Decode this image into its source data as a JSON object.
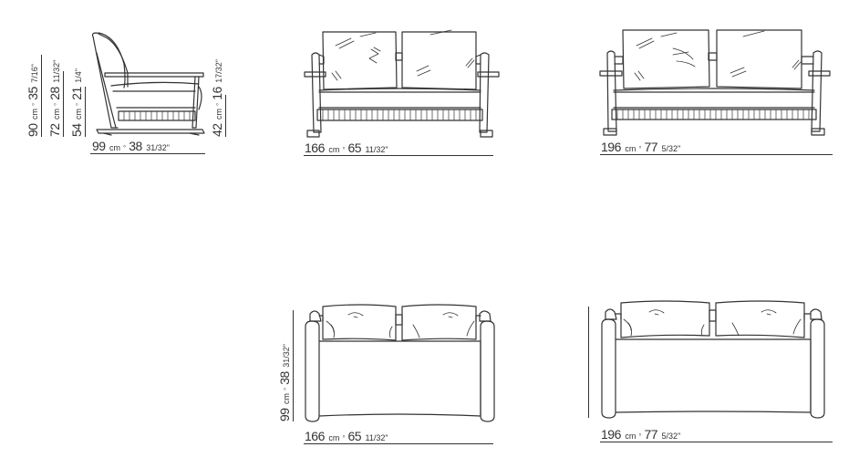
{
  "views": [
    {
      "id": "side-view",
      "dims": {
        "width": {
          "cm": "99",
          "cm_unit": "cm",
          "in": "38",
          "in_frac": "31/32\""
        },
        "height_total": {
          "cm": "90",
          "cm_unit": "cm",
          "in": "35",
          "in_frac": "7/16\""
        },
        "height_arm": {
          "cm": "72",
          "cm_unit": "cm",
          "in": "28",
          "in_frac": "11/32\""
        },
        "height_mid": {
          "cm": "54",
          "cm_unit": "cm",
          "in": "21",
          "in_frac": "1/4\""
        },
        "height_seat": {
          "cm": "42",
          "cm_unit": "cm",
          "in": "16",
          "in_frac": "17/32\""
        }
      }
    },
    {
      "id": "front-view-166",
      "dims": {
        "width": {
          "cm": "166",
          "cm_unit": "cm",
          "in": "65",
          "in_frac": "11/32\""
        }
      }
    },
    {
      "id": "front-view-196",
      "dims": {
        "width": {
          "cm": "196",
          "cm_unit": "cm",
          "in": "77",
          "in_frac": "5/32\""
        }
      }
    },
    {
      "id": "top-view-166",
      "dims": {
        "width": {
          "cm": "166",
          "cm_unit": "cm",
          "in": "65",
          "in_frac": "11/32\""
        },
        "depth": {
          "cm": "99",
          "cm_unit": "cm",
          "in": "38",
          "in_frac": "31/32\""
        }
      }
    },
    {
      "id": "top-view-196",
      "dims": {
        "width": {
          "cm": "196",
          "cm_unit": "cm",
          "in": "77",
          "in_frac": "5/32\""
        }
      }
    }
  ],
  "separator": "°",
  "colors": {
    "line": "#333333",
    "background": "#ffffff"
  }
}
